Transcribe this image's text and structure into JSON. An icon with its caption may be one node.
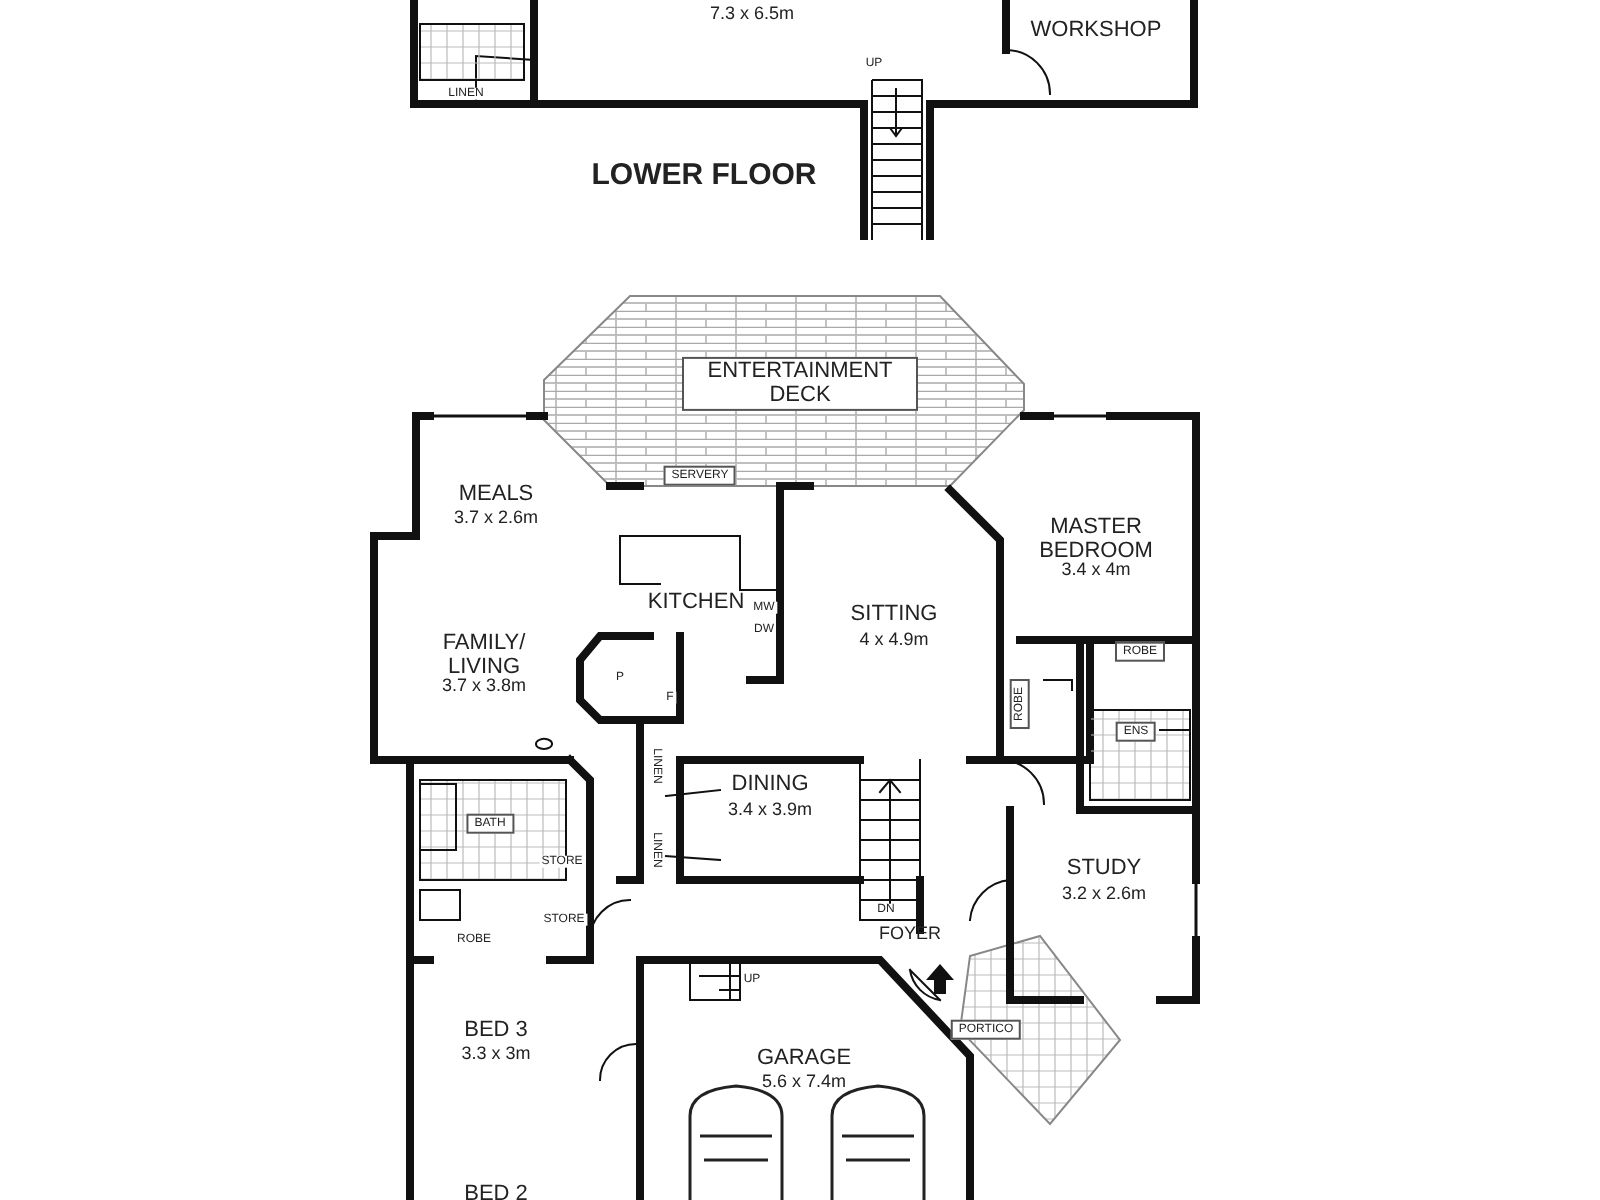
{
  "diagram": {
    "labels": [
      "7.3 x 6.5m",
      "WORKSHOP",
      "UP",
      "LINEN",
      "LOWER FLOOR",
      "ENTERTAINMENT DECK",
      "SERVERY",
      "MEALS",
      "3.7 x 2.6m",
      "MASTER BEDROOM",
      "3.4 x 4m",
      "KITCHEN",
      "MW",
      "DW",
      "SITTING",
      "4 x 4.9m",
      "FAMILY/ LIVING",
      "3.7 x 3.8m",
      "P",
      "F",
      "ROBE",
      "ROBE",
      "ENS",
      "LINEN",
      "LINEN",
      "DINING",
      "3.4 x 3.9m",
      "BATH",
      "STORE",
      "STUDY",
      "3.2 x 2.6m",
      "DN",
      "FOYER",
      "ROBE",
      "STORE",
      "UP",
      "PORTICO",
      "BED 3",
      "3.3 x 3m",
      "GARAGE",
      "5.6 x 7.4m",
      "BED 2"
    ]
  }
}
